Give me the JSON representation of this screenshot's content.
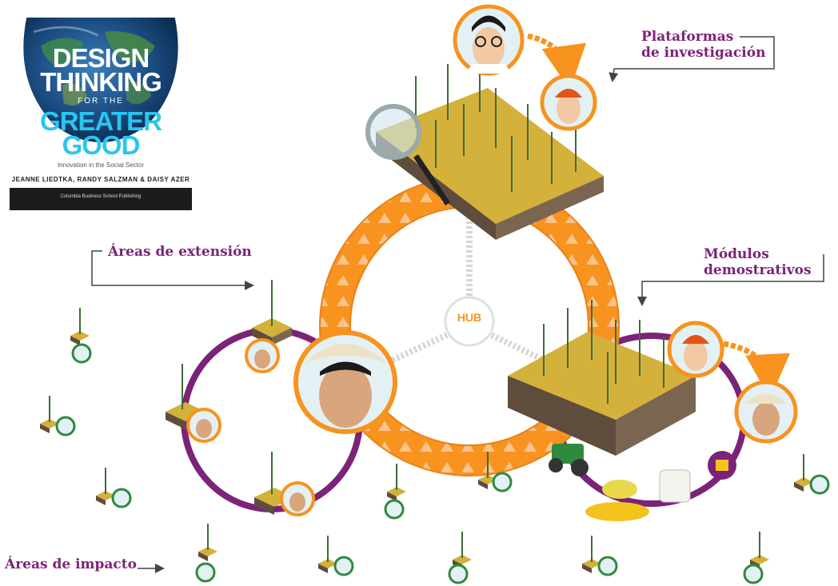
{
  "book": {
    "title_line1": "DESIGN",
    "title_line2": "THINKING",
    "title_line3": "FOR THE",
    "title_line4": "GREATER",
    "title_line5": "GOOD",
    "subtitle": "Innovation in the Social Sector",
    "authors": "JEANNE LIEDTKA, RANDY SALZMAN & DAISY AZER",
    "publisher": "Columbia Business School Publishing"
  },
  "labels": {
    "plataformas_line1": "Plataformas",
    "plataformas_line2": "de investigación",
    "areas_extension": "Áreas de extensión",
    "modulos_line1": "Módulos",
    "modulos_line2": "demostrativos",
    "areas_impacto": "Áreas de impacto",
    "hub": "HUB"
  },
  "colors": {
    "orange": "#f7931e",
    "purple": "#7b2378",
    "soil": "#6b5a48",
    "grass": "#c9a43a",
    "green_ring": "#2f8a3e",
    "label_purple": "#7b2378"
  }
}
